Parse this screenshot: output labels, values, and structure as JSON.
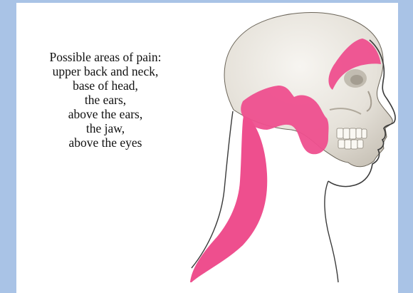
{
  "caption": {
    "heading": "Possible areas of pain:",
    "items": [
      "upper back and neck,",
      "base of head,",
      "the ears,",
      "above the ears,",
      "the jaw,",
      "above the eyes"
    ]
  },
  "colors": {
    "background": "#a9c3e6",
    "panel": "#ffffff",
    "pain_highlight": "#ee4f8e",
    "skull": "#ece8e1",
    "outline": "#3a3a3a"
  },
  "icons": {
    "illustration": "head-skull-side-view"
  }
}
